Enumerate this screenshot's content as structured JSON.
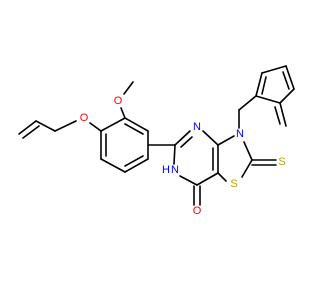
{
  "atom_labels": {
    "methoxy_o": "O",
    "ether_o": "O",
    "n_imine": "N",
    "n_benzyl": "N",
    "s_ring": "S",
    "s_thione": "S",
    "nh": "N",
    "nh_h": "H",
    "carbonyl_o": "O"
  },
  "colors": {
    "oxygen": "#ff0000",
    "nitrogen": "#0000ff",
    "sulfur": "#b8a000",
    "bond": "#000000"
  }
}
